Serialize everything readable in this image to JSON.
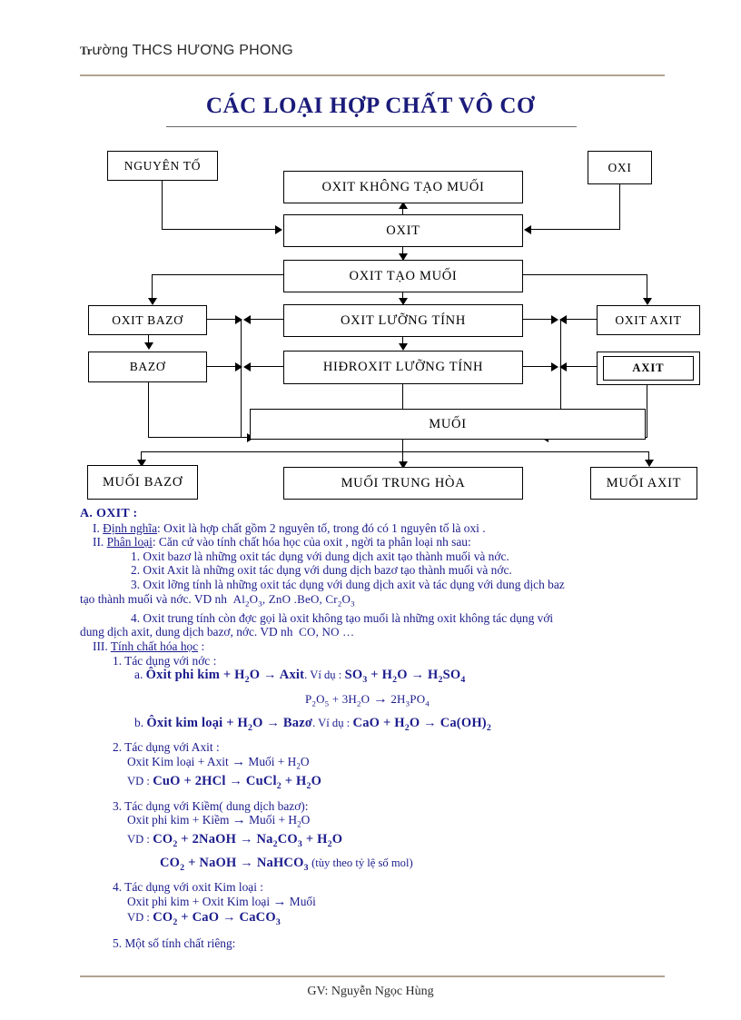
{
  "header": {
    "school_prefix": "Tr",
    "school_rest": "ường THCS HƯƠNG PHONG"
  },
  "title": "CÁC LOẠI HỢP CHẤT VÔ CƠ",
  "footer": "GV: Nguyễn Ngọc Hùng",
  "colors": {
    "title": "#1b1b7a",
    "body_text": "#1b1b8c",
    "rule": "#b0a392",
    "diagram_line": "#000000"
  },
  "diagram": {
    "boxes": {
      "nguyen_to": "NGUYÊN TỐ",
      "oxi": "OXI",
      "oxit_khong_tao_muoi": "OXIT KHÔNG TẠO MUỐI",
      "oxit": "OXIT",
      "oxit_tao_muoi": "OXIT TẠO MUỐI",
      "oxit_bazo": "OXIT BAZƠ",
      "oxit_luong_tinh": "OXIT LƯỠNG   TÍNH",
      "oxit_axit": "OXIT AXIT",
      "bazo": "BAZƠ",
      "hidroxit_luong_tinh": "HIĐROXIT LƯỠNG   TÍNH",
      "axit": "AXIT",
      "muoi": "MUỐI",
      "muoi_bazo": "MUỐI BAZƠ",
      "muoi_trung_hoa": "MUỐI TRUNG HÒA",
      "muoi_axit": "MUỐI AXIT"
    }
  },
  "content": {
    "section_a": "A. OXIT :",
    "l_dinhnghia_num": "I. ",
    "l_dinhnghia_label": "Định nghĩa",
    "l_dinhnghia_text": ": Oxit là hợp chất gồm 2 nguyên tố, trong đó có 1 nguyên tố là oxi .",
    "l_phanloai_num": "II. ",
    "l_phanloai_label": "Phân loại",
    "l_phanloai_text": ": Căn cứ vào tính chất hóa học của oxit , ngời  ta phân loại nh  sau:",
    "p1": "1. Oxit bazơ là những oxit tác dụng với   dung dịch axit  tạo thành muối  và nớc.",
    "p2": "2. Oxit Axit là những oxit tác dụng với   dung dịch bazơ  tạo thành muối  và nớc.",
    "p3a": "3. Oxit lỡng   tính là những oxit tác dụng với   dung dịch axit và tác dụng với   dung dịch baz",
    "p3b": "tạo thành muối  và nớc.   VD nh",
    "p3_formula": "Al2O3, ZnO .BeO, Cr2O3",
    "p4a": "4. Oxit trung tính còn đợc   gọi là oxit không tạo muối là những oxit không tác dụng với",
    "p4b": "dung dịch axit, dung dịch bazơ, nớc.   VD nh",
    "p4_formula": "CO, NO …",
    "l_tinhchat_num": "III. ",
    "l_tinhchat_label": "Tính chất hóa học",
    "l_tinhchat_text": " :",
    "t1": "1. Tác dụng với   nớc  :",
    "t1a_bold": "Ôxit phi kim + H2O → Axit",
    "t1a_vidu": ". Ví dụ :",
    "t1a_eq": "SO3 + H2O → H2SO4",
    "t1a_letter": "a.",
    "t1a_eq2": "P2O5 + 3H2O → 2H3PO4",
    "t1b_letter": "b.",
    "t1b_bold": "Ôxit kim loại + H2O → Bazơ",
    "t1b_vidu": ". Ví dụ :",
    "t1b_eq": "CaO + H2O → Ca(OH)2",
    "t2": "2. Tác dụng với   Axit :",
    "t2_line": "Oxit  Kim loại  + Axit →  Muối + H2O",
    "t2_vd_label": "VD :",
    "t2_eq": "CuO + 2HCl → CuCl2 + H2O",
    "t3": "3. Tác dụng với   Kiềm( dung dịch bazơ):",
    "t3_line": "Oxit  phi kim + Kiềm  →  Muối + H2O",
    "t3_vd_label": "VD :",
    "t3_eq1": "CO2 + 2NaOH → Na2CO3 + H2O",
    "t3_eq2": "CO2 + NaOH →  NaHCO3",
    "t3_eq2_note": "(tùy theo tỷ lệ số  mol)",
    "t4": "4. Tác dụng với   oxit Kim loại :",
    "t4_line": "Oxit phi kim + Oxit Kim loại  →  Muối",
    "t4_vd_label": "VD :",
    "t4_eq": "CO2 + CaO →  CaCO3",
    "t5": "5. Một số tính chất riêng:"
  }
}
